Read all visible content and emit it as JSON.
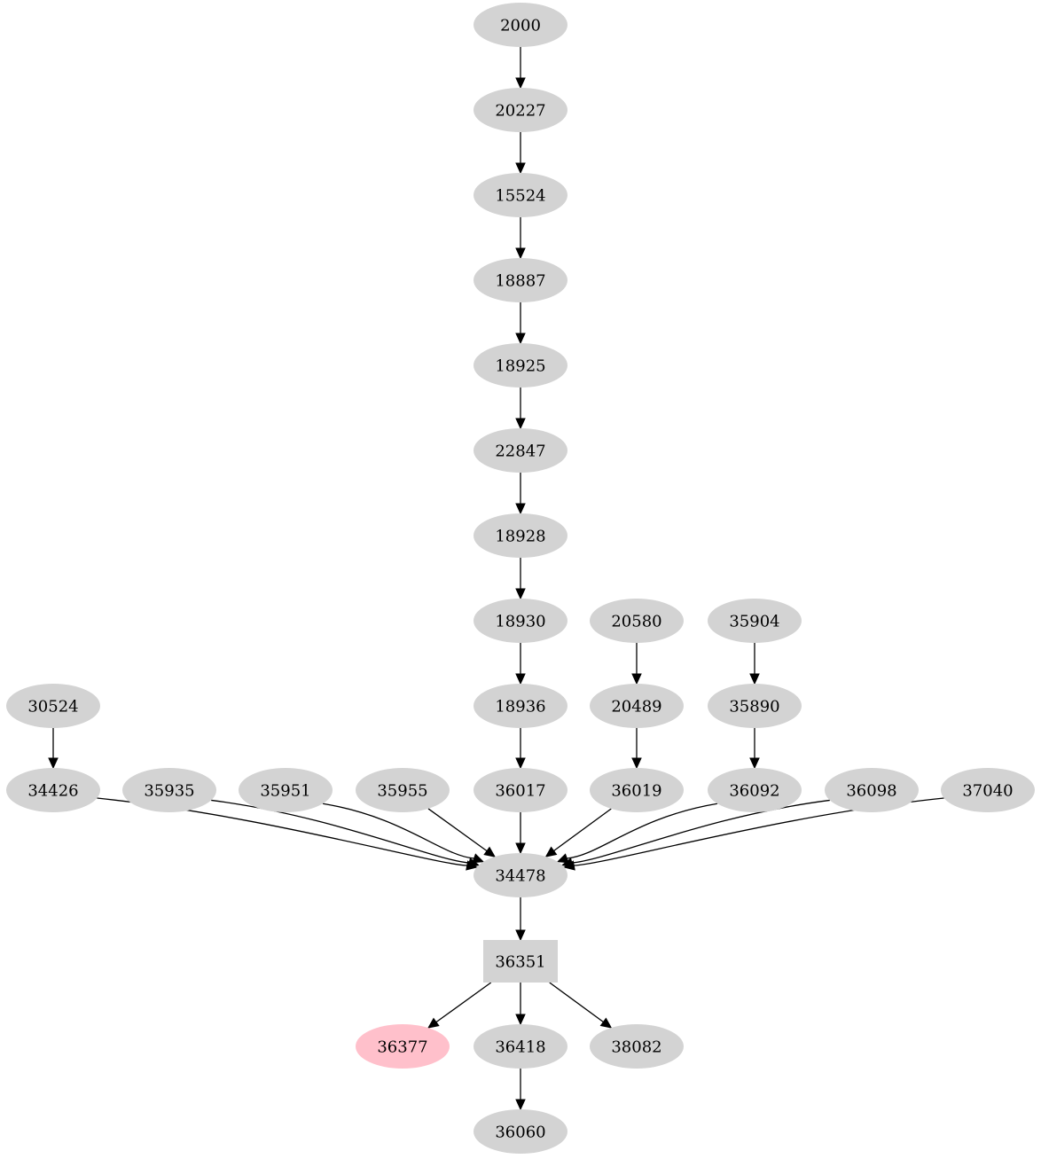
{
  "graph": {
    "type": "directed-graph",
    "colors": {
      "node_default": "#d3d3d3",
      "node_highlight": "#ffc0cb",
      "edge": "#000000",
      "background": "#ffffff"
    },
    "nodes": [
      {
        "id": "2000",
        "label": "2000",
        "shape": "ellipse",
        "style": "default"
      },
      {
        "id": "20227",
        "label": "20227",
        "shape": "ellipse",
        "style": "default"
      },
      {
        "id": "15524",
        "label": "15524",
        "shape": "ellipse",
        "style": "default"
      },
      {
        "id": "18887",
        "label": "18887",
        "shape": "ellipse",
        "style": "default"
      },
      {
        "id": "18925",
        "label": "18925",
        "shape": "ellipse",
        "style": "default"
      },
      {
        "id": "22847",
        "label": "22847",
        "shape": "ellipse",
        "style": "default"
      },
      {
        "id": "18928",
        "label": "18928",
        "shape": "ellipse",
        "style": "default"
      },
      {
        "id": "18930",
        "label": "18930",
        "shape": "ellipse",
        "style": "default"
      },
      {
        "id": "20580",
        "label": "20580",
        "shape": "ellipse",
        "style": "default"
      },
      {
        "id": "35904",
        "label": "35904",
        "shape": "ellipse",
        "style": "default"
      },
      {
        "id": "30524",
        "label": "30524",
        "shape": "ellipse",
        "style": "default"
      },
      {
        "id": "18936",
        "label": "18936",
        "shape": "ellipse",
        "style": "default"
      },
      {
        "id": "20489",
        "label": "20489",
        "shape": "ellipse",
        "style": "default"
      },
      {
        "id": "35890",
        "label": "35890",
        "shape": "ellipse",
        "style": "default"
      },
      {
        "id": "34426",
        "label": "34426",
        "shape": "ellipse",
        "style": "default"
      },
      {
        "id": "35935",
        "label": "35935",
        "shape": "ellipse",
        "style": "default"
      },
      {
        "id": "35951",
        "label": "35951",
        "shape": "ellipse",
        "style": "default"
      },
      {
        "id": "35955",
        "label": "35955",
        "shape": "ellipse",
        "style": "default"
      },
      {
        "id": "36017",
        "label": "36017",
        "shape": "ellipse",
        "style": "default"
      },
      {
        "id": "36019",
        "label": "36019",
        "shape": "ellipse",
        "style": "default"
      },
      {
        "id": "36092",
        "label": "36092",
        "shape": "ellipse",
        "style": "default"
      },
      {
        "id": "36098",
        "label": "36098",
        "shape": "ellipse",
        "style": "default"
      },
      {
        "id": "37040",
        "label": "37040",
        "shape": "ellipse",
        "style": "default"
      },
      {
        "id": "34478",
        "label": "34478",
        "shape": "ellipse",
        "style": "default"
      },
      {
        "id": "36351",
        "label": "36351",
        "shape": "box",
        "style": "default"
      },
      {
        "id": "36377",
        "label": "36377",
        "shape": "ellipse",
        "style": "highlight"
      },
      {
        "id": "36418",
        "label": "36418",
        "shape": "ellipse",
        "style": "default"
      },
      {
        "id": "38082",
        "label": "38082",
        "shape": "ellipse",
        "style": "default"
      },
      {
        "id": "36060",
        "label": "36060",
        "shape": "ellipse",
        "style": "default"
      }
    ],
    "edges": [
      {
        "from": "2000",
        "to": "20227"
      },
      {
        "from": "20227",
        "to": "15524"
      },
      {
        "from": "15524",
        "to": "18887"
      },
      {
        "from": "18887",
        "to": "18925"
      },
      {
        "from": "18925",
        "to": "22847"
      },
      {
        "from": "22847",
        "to": "18928"
      },
      {
        "from": "18928",
        "to": "18930"
      },
      {
        "from": "18930",
        "to": "18936"
      },
      {
        "from": "20580",
        "to": "20489"
      },
      {
        "from": "35904",
        "to": "35890"
      },
      {
        "from": "30524",
        "to": "34426"
      },
      {
        "from": "18936",
        "to": "36017"
      },
      {
        "from": "20489",
        "to": "36019"
      },
      {
        "from": "35890",
        "to": "36092"
      },
      {
        "from": "34426",
        "to": "34478"
      },
      {
        "from": "35935",
        "to": "34478"
      },
      {
        "from": "35951",
        "to": "34478"
      },
      {
        "from": "35955",
        "to": "34478"
      },
      {
        "from": "36017",
        "to": "34478"
      },
      {
        "from": "36019",
        "to": "34478"
      },
      {
        "from": "36092",
        "to": "34478"
      },
      {
        "from": "36098",
        "to": "34478"
      },
      {
        "from": "37040",
        "to": "34478"
      },
      {
        "from": "34478",
        "to": "36351"
      },
      {
        "from": "36351",
        "to": "36377"
      },
      {
        "from": "36351",
        "to": "36418"
      },
      {
        "from": "36351",
        "to": "38082"
      },
      {
        "from": "36418",
        "to": "36060"
      }
    ]
  }
}
